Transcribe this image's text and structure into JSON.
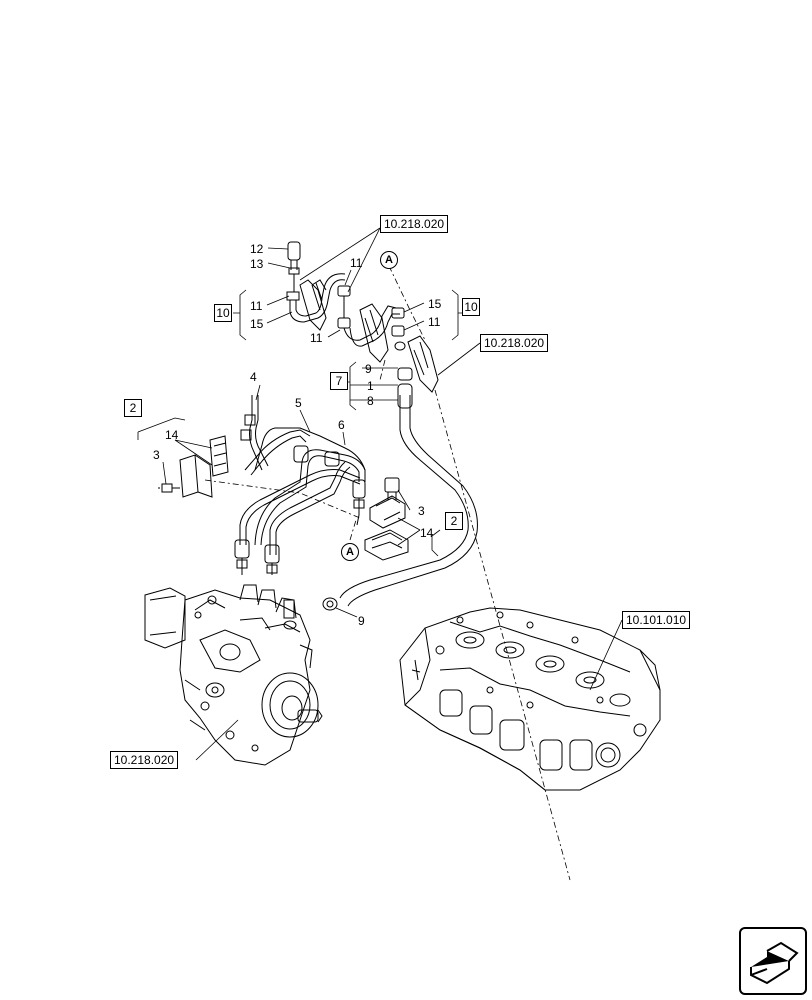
{
  "refs": {
    "top": "10.218.020",
    "right": "10.218.020",
    "head": "10.101.010",
    "pump": "10.218.020"
  },
  "groups": {
    "g10_left": "10",
    "g10_right": "10",
    "g7": "7",
    "g2_left": "2",
    "g2_right": "2"
  },
  "markers": {
    "a_top": "A",
    "a_bottom": "A"
  },
  "callouts": {
    "c12": "12",
    "c13": "13",
    "c11a": "11",
    "c15a": "15",
    "c11b": "11",
    "c11c": "11",
    "c15b": "15",
    "c11d": "11",
    "c9a": "9",
    "c1": "1",
    "c8": "8",
    "c4": "4",
    "c5": "5",
    "c6": "6",
    "c14a": "14",
    "c3a": "3",
    "c3b": "3",
    "c14b": "14",
    "c9b": "9"
  }
}
